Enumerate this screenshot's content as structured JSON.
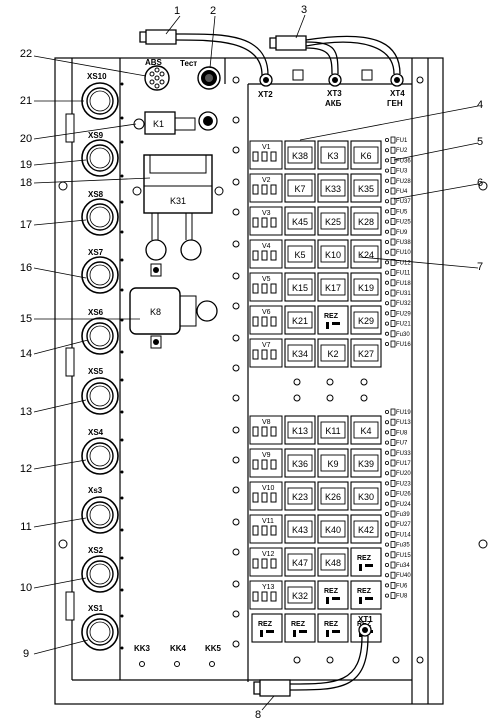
{
  "connectors_left": [
    "XS10",
    "XS9",
    "XS8",
    "XS7",
    "XS6",
    "XS5",
    "XS4",
    "Xs3",
    "XS2",
    "XS1"
  ],
  "top_labels": {
    "abs": "ABS",
    "test": "Тест",
    "xt2": "XT2",
    "xt3": "XT3",
    "xt4": "XT4",
    "akb": "АКБ",
    "gen": "ГЕН",
    "xt1": "XT1"
  },
  "relays_left_block": {
    "k1": "K1",
    "k31": "K31",
    "k8": "K8"
  },
  "bottom_labels": [
    "KK3",
    "KK4",
    "KK5"
  ],
  "upper_rows": [
    {
      "v": "V1",
      "relays": [
        "K38",
        "K3",
        "K6"
      ]
    },
    {
      "v": "V2",
      "relays": [
        "K7",
        "K33",
        "K35"
      ]
    },
    {
      "v": "V3",
      "relays": [
        "K45",
        "K25",
        "K28"
      ]
    },
    {
      "v": "V4",
      "relays": [
        "K5",
        "K10",
        "K24"
      ]
    },
    {
      "v": "V5",
      "relays": [
        "K15",
        "K17",
        "K19"
      ]
    },
    {
      "v": "V6",
      "relays": [
        "K21",
        "REZ",
        "K29"
      ]
    },
    {
      "v": "V7",
      "relays": [
        "K34",
        "K2",
        "K27"
      ]
    }
  ],
  "lower_rows": [
    {
      "v": "V8",
      "relays": [
        "K13",
        "K11",
        "K4"
      ]
    },
    {
      "v": "V9",
      "relays": [
        "K36",
        "K9",
        "K39"
      ]
    },
    {
      "v": "V10",
      "relays": [
        "K23",
        "K26",
        "K30"
      ]
    },
    {
      "v": "V11",
      "relays": [
        "K43",
        "K40",
        "K42"
      ]
    },
    {
      "v": "V12",
      "relays": [
        "K47",
        "K48",
        "REZ"
      ]
    },
    {
      "v": "Y13",
      "relays": [
        "K32",
        "REZ",
        "REZ"
      ]
    }
  ],
  "bottom_rez": [
    "REZ",
    "REZ",
    "REZ",
    "REZ"
  ],
  "fuses_upper": [
    "FU1",
    "FU2",
    "FU36",
    "FU3",
    "FU28",
    "FU4",
    "FU37",
    "FU5",
    "FU25",
    "FU9",
    "FU38",
    "FU10",
    "FU12",
    "FU11",
    "FU18",
    "FU31",
    "FU32",
    "FU29",
    "FU21",
    "Fu30",
    "FU16"
  ],
  "fuses_lower": [
    "FU19",
    "FU13",
    "FU8",
    "FU7",
    "FU33",
    "FU17",
    "FU20",
    "FU23",
    "FU26",
    "FU24",
    "Fu39",
    "FU27",
    "FU14",
    "Fu35",
    "FU15",
    "Fu34",
    "FU40",
    "FU6",
    "FU8"
  ],
  "callouts": [
    "1",
    "2",
    "3",
    "4",
    "5",
    "6",
    "7",
    "8",
    "9",
    "10",
    "11",
    "12",
    "13",
    "14",
    "15",
    "16",
    "17",
    "18",
    "19",
    "20",
    "21",
    "22"
  ]
}
